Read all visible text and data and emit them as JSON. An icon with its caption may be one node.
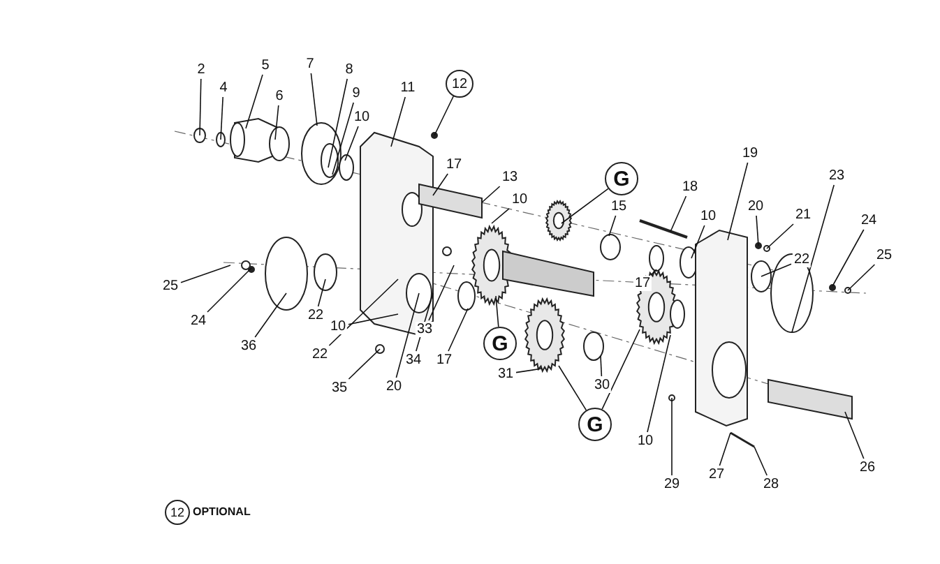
{
  "diagram": {
    "nodes": [
      {
        "text": [
          "2"
        ]
      },
      {
        "text": [
          "4"
        ]
      },
      {
        "text": [
          "5"
        ]
      },
      {
        "text": [
          "6"
        ]
      },
      {
        "text": [
          "7"
        ]
      },
      {
        "text": [
          "8"
        ]
      },
      {
        "text": [
          "9"
        ]
      },
      {
        "text": [
          "10"
        ]
      },
      {
        "text": [
          "11"
        ]
      },
      {
        "text": [
          "12"
        ]
      },
      {
        "text": [
          "17"
        ]
      },
      {
        "text": [
          "13"
        ]
      },
      {
        "text": [
          "10"
        ]
      },
      {
        "text": [
          "G"
        ]
      },
      {
        "text": [
          "15"
        ]
      },
      {
        "text": [
          "18"
        ]
      },
      {
        "text": [
          "17"
        ]
      },
      {
        "text": [
          "10"
        ]
      },
      {
        "text": [
          "19"
        ]
      },
      {
        "text": [
          "20"
        ]
      },
      {
        "text": [
          "21"
        ]
      },
      {
        "text": [
          "22"
        ]
      },
      {
        "text": [
          "23"
        ]
      },
      {
        "text": [
          "24"
        ]
      },
      {
        "text": [
          "25"
        ]
      },
      {
        "text": [
          "25"
        ]
      },
      {
        "text": [
          "24"
        ]
      },
      {
        "text": [
          "36"
        ]
      },
      {
        "text": [
          "22"
        ]
      },
      {
        "text": [
          "22"
        ]
      },
      {
        "text": [
          "10"
        ]
      },
      {
        "text": [
          "20"
        ]
      },
      {
        "text": [
          "34"
        ]
      },
      {
        "text": [
          "35"
        ]
      },
      {
        "text": [
          "33"
        ]
      },
      {
        "text": [
          "17"
        ]
      },
      {
        "text": [
          "G"
        ]
      },
      {
        "text": [
          "31"
        ]
      },
      {
        "text": [
          "30"
        ]
      },
      {
        "text": [
          "G"
        ]
      },
      {
        "text": [
          "10"
        ]
      },
      {
        "text": [
          "29"
        ]
      },
      {
        "text": [
          "27"
        ]
      },
      {
        "text": [
          "28"
        ]
      },
      {
        "text": [
          "26"
        ]
      }
    ],
    "edges": [
      {
        "from": 0,
        "to": null,
        "arrow": "none"
      },
      {
        "from": 1,
        "to": null,
        "arrow": "none"
      },
      {
        "from": 2,
        "to": null,
        "arrow": "none"
      },
      {
        "from": 3,
        "to": null,
        "arrow": "none"
      },
      {
        "from": 4,
        "to": null,
        "arrow": "none"
      },
      {
        "from": 5,
        "to": null,
        "arrow": "none"
      },
      {
        "from": 6,
        "to": null,
        "arrow": "none"
      },
      {
        "from": 7,
        "to": null,
        "arrow": "none"
      },
      {
        "from": 8,
        "to": null,
        "arrow": "none"
      },
      {
        "from": 9,
        "to": null,
        "arrow": "none"
      },
      {
        "from": 10,
        "to": null,
        "arrow": "none"
      },
      {
        "from": 11,
        "to": null,
        "arrow": "none"
      },
      {
        "from": 12,
        "to": null,
        "arrow": "none"
      },
      {
        "from": 13,
        "to": null,
        "arrow": "none"
      },
      {
        "from": 14,
        "to": null,
        "arrow": "none"
      },
      {
        "from": 15,
        "to": null,
        "arrow": "none"
      },
      {
        "from": 16,
        "to": null,
        "arrow": "none"
      },
      {
        "from": 17,
        "to": null,
        "arrow": "none"
      },
      {
        "from": 18,
        "to": null,
        "arrow": "none"
      },
      {
        "from": 19,
        "to": null,
        "arrow": "none"
      },
      {
        "from": 20,
        "to": null,
        "arrow": "none"
      },
      {
        "from": 21,
        "to": null,
        "arrow": "none"
      },
      {
        "from": 22,
        "to": null,
        "arrow": "none"
      },
      {
        "from": 23,
        "to": null,
        "arrow": "none"
      },
      {
        "from": 24,
        "to": null,
        "arrow": "none"
      },
      {
        "from": 25,
        "to": null,
        "arrow": "none"
      },
      {
        "from": 26,
        "to": null,
        "arrow": "none"
      },
      {
        "from": 27,
        "to": null,
        "arrow": "none"
      },
      {
        "from": 28,
        "to": null,
        "arrow": "none"
      },
      {
        "from": 29,
        "to": null,
        "arrow": "none"
      },
      {
        "from": 30,
        "to": null,
        "arrow": "none"
      },
      {
        "from": 31,
        "to": null,
        "arrow": "none"
      },
      {
        "from": 32,
        "to": null,
        "arrow": "none"
      },
      {
        "from": 33,
        "to": null,
        "arrow": "none"
      },
      {
        "from": 34,
        "to": null,
        "arrow": "none"
      },
      {
        "from": 35,
        "to": null,
        "arrow": "none"
      },
      {
        "from": 36,
        "to": null,
        "arrow": "none"
      },
      {
        "from": 37,
        "to": null,
        "arrow": "none"
      },
      {
        "from": 38,
        "to": null,
        "arrow": "none"
      },
      {
        "from": 39,
        "to": null,
        "arrow": "none"
      },
      {
        "from": 40,
        "to": null,
        "arrow": "none"
      },
      {
        "from": 41,
        "to": null,
        "arrow": "none"
      },
      {
        "from": 42,
        "to": null,
        "arrow": "none"
      },
      {
        "from": 43,
        "to": null,
        "arrow": "none"
      },
      {
        "from": 44,
        "to": null,
        "arrow": "none"
      },
      {
        "from": 39,
        "to": null,
        "arrow": "none"
      }
    ],
    "labels": [
      "12",
      "OPTIONAL"
    ]
  }
}
